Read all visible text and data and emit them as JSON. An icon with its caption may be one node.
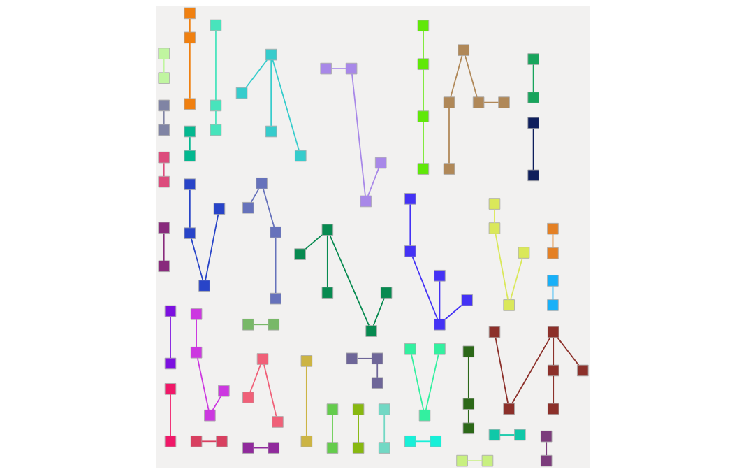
{
  "diagram": {
    "nodes": [
      {
        "text": [],
        "shape": "box"
      },
      {
        "text": [],
        "shape": "box"
      },
      {
        "text": [],
        "shape": "box"
      },
      {
        "text": [],
        "shape": "box"
      },
      {
        "text": [],
        "shape": "box"
      },
      {
        "text": [],
        "shape": "box"
      },
      {
        "text": [],
        "shape": "box"
      },
      {
        "text": [],
        "shape": "box"
      },
      {
        "text": [],
        "shape": "box"
      },
      {
        "text": [],
        "shape": "box"
      },
      {
        "text": [],
        "shape": "box"
      },
      {
        "text": [],
        "shape": "box"
      },
      {
        "text": [],
        "shape": "box"
      },
      {
        "text": [],
        "shape": "box"
      },
      {
        "text": [],
        "shape": "box"
      },
      {
        "text": [],
        "shape": "box"
      },
      {
        "text": [],
        "shape": "box"
      },
      {
        "text": [],
        "shape": "box"
      },
      {
        "text": [],
        "shape": "box"
      },
      {
        "text": [],
        "shape": "box"
      },
      {
        "text": [],
        "shape": "box"
      },
      {
        "text": [],
        "shape": "box"
      },
      {
        "text": [],
        "shape": "box"
      },
      {
        "text": [],
        "shape": "box"
      },
      {
        "text": [],
        "shape": "box"
      },
      {
        "text": [],
        "shape": "box"
      },
      {
        "text": [],
        "shape": "box"
      },
      {
        "text": [],
        "shape": "box"
      },
      {
        "text": [],
        "shape": "box"
      },
      {
        "text": [],
        "shape": "box"
      },
      {
        "text": [],
        "shape": "box"
      },
      {
        "text": [],
        "shape": "box"
      },
      {
        "text": [],
        "shape": "box"
      },
      {
        "text": [],
        "shape": "box"
      },
      {
        "text": [],
        "shape": "box"
      },
      {
        "text": [],
        "shape": "box"
      },
      {
        "text": [],
        "shape": "box"
      },
      {
        "text": [],
        "shape": "box"
      },
      {
        "text": [],
        "shape": "box"
      },
      {
        "text": [],
        "shape": "box"
      },
      {
        "text": [],
        "shape": "box"
      },
      {
        "text": [],
        "shape": "box"
      },
      {
        "text": [],
        "shape": "box"
      },
      {
        "text": [],
        "shape": "box"
      },
      {
        "text": [],
        "shape": "box"
      },
      {
        "text": [],
        "shape": "box"
      },
      {
        "text": [],
        "shape": "box"
      },
      {
        "text": [],
        "shape": "box"
      },
      {
        "text": [],
        "shape": "box"
      },
      {
        "text": [],
        "shape": "box"
      },
      {
        "text": [],
        "shape": "box"
      },
      {
        "text": [],
        "shape": "box"
      },
      {
        "text": [],
        "shape": "box"
      },
      {
        "text": [],
        "shape": "box"
      },
      {
        "text": [],
        "shape": "box"
      },
      {
        "text": [],
        "shape": "box"
      },
      {
        "text": [],
        "shape": "box"
      },
      {
        "text": [],
        "shape": "box"
      },
      {
        "text": [],
        "shape": "box"
      },
      {
        "text": [],
        "shape": "box"
      },
      {
        "text": [],
        "shape": "box"
      },
      {
        "text": [],
        "shape": "box"
      },
      {
        "text": [],
        "shape": "box"
      },
      {
        "text": [],
        "shape": "box"
      },
      {
        "text": [],
        "shape": "box"
      },
      {
        "text": [],
        "shape": "box"
      },
      {
        "text": [],
        "shape": "box"
      },
      {
        "text": [],
        "shape": "box"
      },
      {
        "text": [],
        "shape": "box"
      },
      {
        "text": [],
        "shape": "box"
      },
      {
        "text": [],
        "shape": "box"
      },
      {
        "text": [],
        "shape": "box"
      },
      {
        "text": [],
        "shape": "box"
      },
      {
        "text": [],
        "shape": "box"
      },
      {
        "text": [],
        "shape": "box"
      },
      {
        "text": [],
        "shape": "box"
      },
      {
        "text": [],
        "shape": "box"
      },
      {
        "text": [],
        "shape": "box"
      },
      {
        "text": [],
        "shape": "box"
      },
      {
        "text": [],
        "shape": "box"
      },
      {
        "text": [],
        "shape": "box"
      },
      {
        "text": [],
        "shape": "box"
      },
      {
        "text": [],
        "shape": "box"
      },
      {
        "text": [],
        "shape": "box"
      },
      {
        "text": [],
        "shape": "box"
      },
      {
        "text": [],
        "shape": "box"
      },
      {
        "text": [],
        "shape": "box"
      },
      {
        "text": [],
        "shape": "box"
      },
      {
        "text": [],
        "shape": "box"
      },
      {
        "text": [],
        "shape": "box"
      },
      {
        "text": [],
        "shape": "box"
      },
      {
        "text": [],
        "shape": "box"
      },
      {
        "text": [],
        "shape": "box"
      },
      {
        "text": [],
        "shape": "box"
      },
      {
        "text": [],
        "shape": "box"
      },
      {
        "text": [],
        "shape": "box"
      },
      {
        "text": [],
        "shape": "box"
      },
      {
        "text": [],
        "shape": "box"
      },
      {
        "text": [],
        "shape": "box"
      },
      {
        "text": [],
        "shape": "box"
      },
      {
        "text": [],
        "shape": "box"
      },
      {
        "text": [],
        "shape": "box"
      },
      {
        "text": [],
        "shape": "box"
      },
      {
        "text": [],
        "shape": "box"
      },
      {
        "text": [],
        "shape": "box"
      },
      {
        "text": [],
        "shape": "box"
      },
      {
        "text": [],
        "shape": "box"
      },
      {
        "text": [],
        "shape": "box"
      },
      {
        "text": [],
        "shape": "box"
      },
      {
        "text": [],
        "shape": "box"
      },
      {
        "text": [],
        "shape": "box"
      }
    ],
    "edges": [
      {
        "from": 0,
        "to": 13,
        "arrow": "none",
        "color": "#078a50"
      },
      {
        "from": 0,
        "to": 43,
        "arrow": "none",
        "color": "#078a50"
      },
      {
        "from": 0,
        "to": 63,
        "arrow": "none",
        "color": "#078a50"
      },
      {
        "from": 44,
        "to": 63,
        "arrow": "none",
        "color": "#078a50"
      },
      {
        "from": 1,
        "to": 14,
        "arrow": "none",
        "color": "#6672bb"
      },
      {
        "from": 1,
        "to": 31,
        "arrow": "none",
        "color": "#6672bb"
      },
      {
        "from": 31,
        "to": 74,
        "arrow": "none",
        "color": "#6672bb"
      },
      {
        "from": 2,
        "to": 3,
        "arrow": "none",
        "color": "#6e6698"
      },
      {
        "from": 3,
        "to": 15,
        "arrow": "none",
        "color": "#6e6698"
      },
      {
        "from": 4,
        "to": 5,
        "arrow": "none",
        "color": "#78b868"
      },
      {
        "from": 28,
        "to": 55,
        "arrow": "none",
        "color": "#36cccc"
      },
      {
        "from": 28,
        "to": 73,
        "arrow": "none",
        "color": "#36cccc"
      },
      {
        "from": 28,
        "to": 85,
        "arrow": "none",
        "color": "#36cccc"
      },
      {
        "from": 29,
        "to": 30,
        "arrow": "none",
        "color": "#18f0d8"
      },
      {
        "from": 16,
        "to": 75,
        "arrow": "none",
        "color": "#48e4bc"
      },
      {
        "from": 75,
        "to": 86,
        "arrow": "none",
        "color": "#48e4bc"
      },
      {
        "from": 32,
        "to": 33,
        "arrow": "none",
        "color": "#d84060"
      },
      {
        "from": 17,
        "to": 34,
        "arrow": "none",
        "color": "#dae85a"
      },
      {
        "from": 34,
        "to": 77,
        "arrow": "none",
        "color": "#dae85a"
      },
      {
        "from": 45,
        "to": 77,
        "arrow": "none",
        "color": "#dae85a"
      },
      {
        "from": 6,
        "to": 56,
        "arrow": "none",
        "color": "#33f0a0"
      },
      {
        "from": 7,
        "to": 56,
        "arrow": "none",
        "color": "#33f0a0"
      },
      {
        "from": 64,
        "to": 76,
        "arrow": "none",
        "color": "#7c3c7c"
      },
      {
        "from": 99,
        "to": 100,
        "arrow": "none",
        "color": "#c8f080"
      },
      {
        "from": 18,
        "to": 36,
        "arrow": "none",
        "color": "#f08010"
      },
      {
        "from": 36,
        "to": 79,
        "arrow": "none",
        "color": "#f08010"
      },
      {
        "from": 19,
        "to": 48,
        "arrow": "none",
        "color": "#cc38e0"
      },
      {
        "from": 48,
        "to": 80,
        "arrow": "none",
        "color": "#cc38e0"
      },
      {
        "from": 67,
        "to": 80,
        "arrow": "none",
        "color": "#cc38e0"
      },
      {
        "from": 35,
        "to": 47,
        "arrow": "none",
        "color": "#8084a4"
      },
      {
        "from": 46,
        "to": 65,
        "arrow": "none",
        "color": "#f06078"
      },
      {
        "from": 46,
        "to": 78,
        "arrow": "none",
        "color": "#f06078"
      },
      {
        "from": 57,
        "to": 87,
        "arrow": "none",
        "color": "#0e1e5c"
      },
      {
        "from": 66,
        "to": 104,
        "arrow": "none",
        "color": "#ccb444"
      },
      {
        "from": 8,
        "to": 21,
        "arrow": "none",
        "color": "#04b890"
      },
      {
        "from": 20,
        "to": 49,
        "arrow": "none",
        "color": "#88b810"
      },
      {
        "from": 37,
        "to": 58,
        "arrow": "none",
        "color": "#72d8c4"
      },
      {
        "from": 9,
        "to": 38,
        "arrow": "none",
        "color": "#64cc4c"
      },
      {
        "from": 22,
        "to": 59,
        "arrow": "none",
        "color": "#2c6818"
      },
      {
        "from": 59,
        "to": 68,
        "arrow": "none",
        "color": "#2c6818"
      },
      {
        "from": 10,
        "to": 39,
        "arrow": "none",
        "color": "#60e808"
      },
      {
        "from": 39,
        "to": 69,
        "arrow": "none",
        "color": "#60e808"
      },
      {
        "from": 69,
        "to": 94,
        "arrow": "none",
        "color": "#60e808"
      },
      {
        "from": 11,
        "to": 23,
        "arrow": "none",
        "color": "#c0f5a0"
      },
      {
        "from": 12,
        "to": 54,
        "arrow": "none",
        "color": "#4432f5"
      },
      {
        "from": 54,
        "to": 84,
        "arrow": "none",
        "color": "#4432f5"
      },
      {
        "from": 62,
        "to": 84,
        "arrow": "none",
        "color": "#4432f5"
      },
      {
        "from": 71,
        "to": 84,
        "arrow": "none",
        "color": "#4432f5"
      },
      {
        "from": 24,
        "to": 25,
        "arrow": "none",
        "color": "#a888e8"
      },
      {
        "from": 25,
        "to": 103,
        "arrow": "none",
        "color": "#a888e8"
      },
      {
        "from": 91,
        "to": 103,
        "arrow": "none",
        "color": "#a888e8"
      },
      {
        "from": 26,
        "to": 27,
        "arrow": "none",
        "color": "#10c8a8"
      },
      {
        "from": 40,
        "to": 51,
        "arrow": "none",
        "color": "#dc4c7c"
      },
      {
        "from": 52,
        "to": 82,
        "arrow": "none",
        "color": "#f01868"
      },
      {
        "from": 41,
        "to": 60,
        "arrow": "none",
        "color": "#2844c8"
      },
      {
        "from": 60,
        "to": 89,
        "arrow": "none",
        "color": "#2844c8"
      },
      {
        "from": 50,
        "to": 89,
        "arrow": "none",
        "color": "#2844c8"
      },
      {
        "from": 42,
        "to": 72,
        "arrow": "none",
        "color": "#7c10e0"
      },
      {
        "from": 53,
        "to": 70,
        "arrow": "none",
        "color": "#18a45c"
      },
      {
        "from": 61,
        "to": 90,
        "arrow": "none",
        "color": "#b08858"
      },
      {
        "from": 90,
        "to": 108,
        "arrow": "none",
        "color": "#b08858"
      },
      {
        "from": 61,
        "to": 92,
        "arrow": "none",
        "color": "#b08858"
      },
      {
        "from": 92,
        "to": 93,
        "arrow": "none",
        "color": "#b08858"
      },
      {
        "from": 81,
        "to": 105,
        "arrow": "none",
        "color": "#8c302a"
      },
      {
        "from": 83,
        "to": 95,
        "arrow": "none",
        "color": "#8c302a"
      },
      {
        "from": 83,
        "to": 105,
        "arrow": "none",
        "color": "#8c302a"
      },
      {
        "from": 83,
        "to": 96,
        "arrow": "none",
        "color": "#8c302a"
      },
      {
        "from": 96,
        "to": 107,
        "arrow": "none",
        "color": "#8c302a"
      },
      {
        "from": 88,
        "to": 101,
        "arrow": "none",
        "color": "#882a7c"
      },
      {
        "from": 102,
        "to": 106,
        "arrow": "none",
        "color": "#18b0f8"
      },
      {
        "from": 109,
        "to": 110,
        "arrow": "none",
        "color": "#e48024"
      },
      {
        "from": 97,
        "to": 98,
        "arrow": "none",
        "color": "#902a9c"
      }
    ]
  }
}
